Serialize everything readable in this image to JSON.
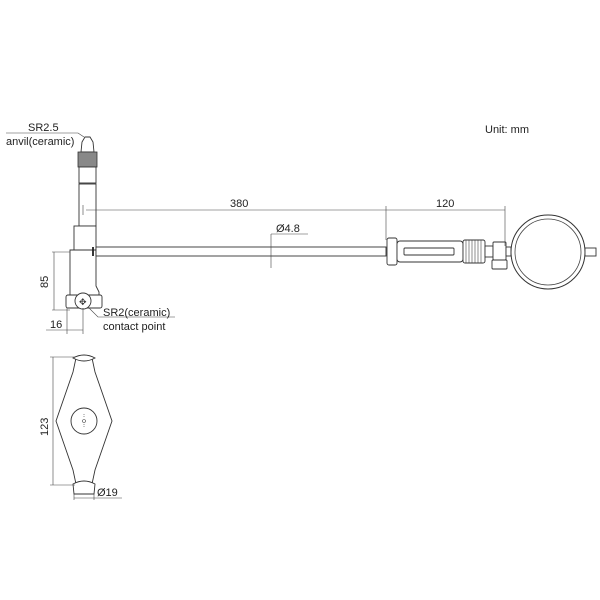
{
  "unit_label": "Unit: mm",
  "labels": {
    "anvil_radius": "SR2.5",
    "anvil_material": "anvil(ceramic)",
    "contact_radius": "SR2(ceramic)",
    "contact_name": "contact point"
  },
  "dimensions": {
    "rod_length": "380",
    "handle_length": "120",
    "rod_diameter": "Ø4.8",
    "head_height": "85",
    "head_offset": "16",
    "centering_plate_length": "123",
    "centering_plate_diameter": "Ø19"
  },
  "colors": {
    "line": "#333333",
    "background": "#ffffff"
  }
}
